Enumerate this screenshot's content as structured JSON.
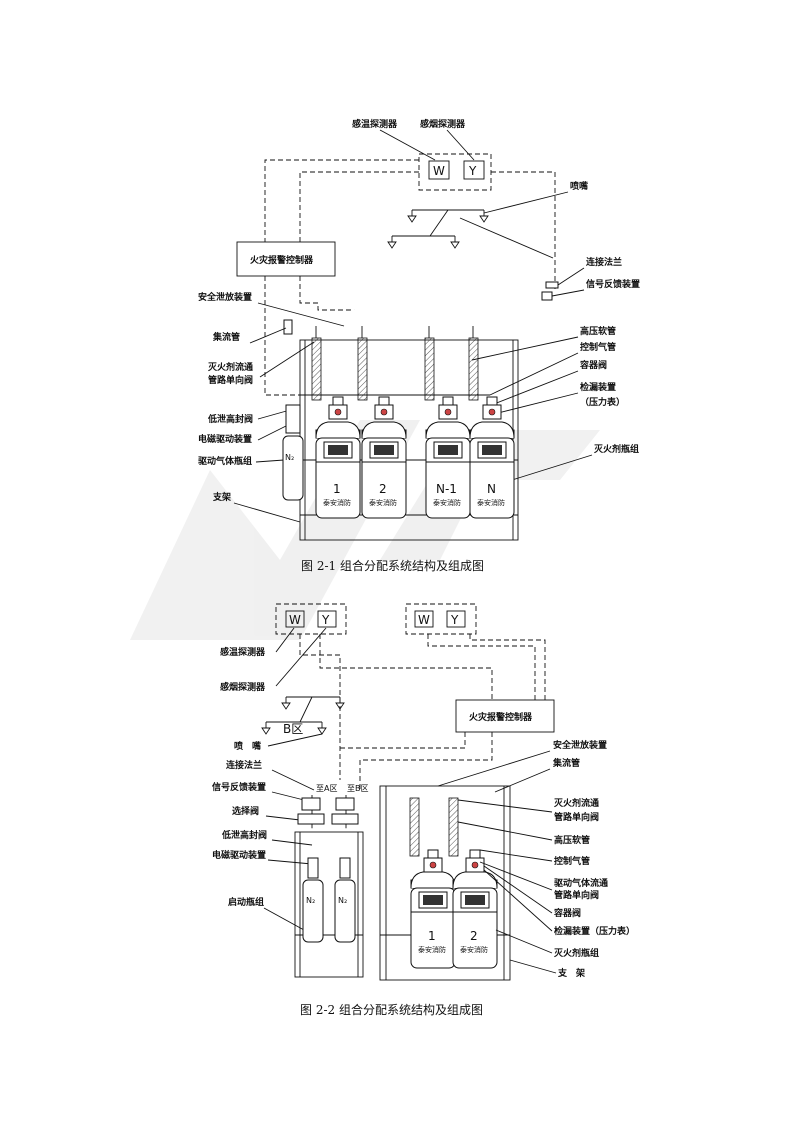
{
  "figure1": {
    "caption": "图 2-1 组合分配系统结构及组成图",
    "detector_w": "W",
    "detector_y": "Y",
    "controller": "火灾报警控制器",
    "cylinder_numbers": [
      "1",
      "2",
      "N-1",
      "N"
    ],
    "brand_text": "泰安消防",
    "n2_label": "N₂",
    "labels_left": {
      "safety_relief": "安全泄放装置",
      "manifold": "集流管",
      "check_valve_1": "灭火剂流通",
      "check_valve_2": "管路单向阀",
      "low_pressure_valve": "低泄高封阀",
      "solenoid": "电磁驱动装置",
      "drive_gas": "驱动气体瓶组",
      "bracket": "支架"
    },
    "labels_top": {
      "heat_detector": "感温探测器",
      "smoke_detector": "感烟探测器",
      "nozzle": "喷嘴"
    },
    "labels_right": {
      "flange": "连接法兰",
      "signal_feedback": "信号反馈装置",
      "high_pressure_hose": "高压软管",
      "control_gas_pipe": "控制气管",
      "container_valve": "容器阀",
      "check_device": "检漏装置",
      "pressure_gauge": "（压力表）",
      "agent_cylinders": "灭火剂瓶组"
    }
  },
  "figure2": {
    "caption": "图 2-2 组合分配系统结构及组成图",
    "detector_w": "W",
    "detector_y": "Y",
    "zone_b": "B区",
    "zone_a_label": "至A区",
    "zone_b_label": "至B区",
    "controller": "火灾报警控制器",
    "cylinder_numbers": [
      "1",
      "2"
    ],
    "brand_text": "泰安消防",
    "n2_label": "N₂",
    "labels_left": {
      "heat_detector": "感温探测器",
      "smoke_detector": "感烟探测器",
      "nozzle": "喷　嘴",
      "flange": "连接法兰",
      "signal_feedback": "信号反馈装置",
      "selector_valve": "选择阀",
      "low_pressure_valve": "低泄高封阀",
      "solenoid": "电磁驱动装置",
      "start_cylinders": "启动瓶组"
    },
    "labels_right": {
      "safety_relief": "安全泄放装置",
      "manifold": "集流管",
      "check_valve_1": "灭火剂流通",
      "check_valve_2": "管路单向阀",
      "high_pressure_hose": "高压软管",
      "control_gas_pipe": "控制气管",
      "drive_check_1": "驱动气体流通",
      "drive_check_2": "管路单向阀",
      "container_valve": "容器阀",
      "check_device": "检漏装置（压力表）",
      "agent_cylinders": "灭火剂瓶组",
      "bracket": "支　架"
    }
  }
}
